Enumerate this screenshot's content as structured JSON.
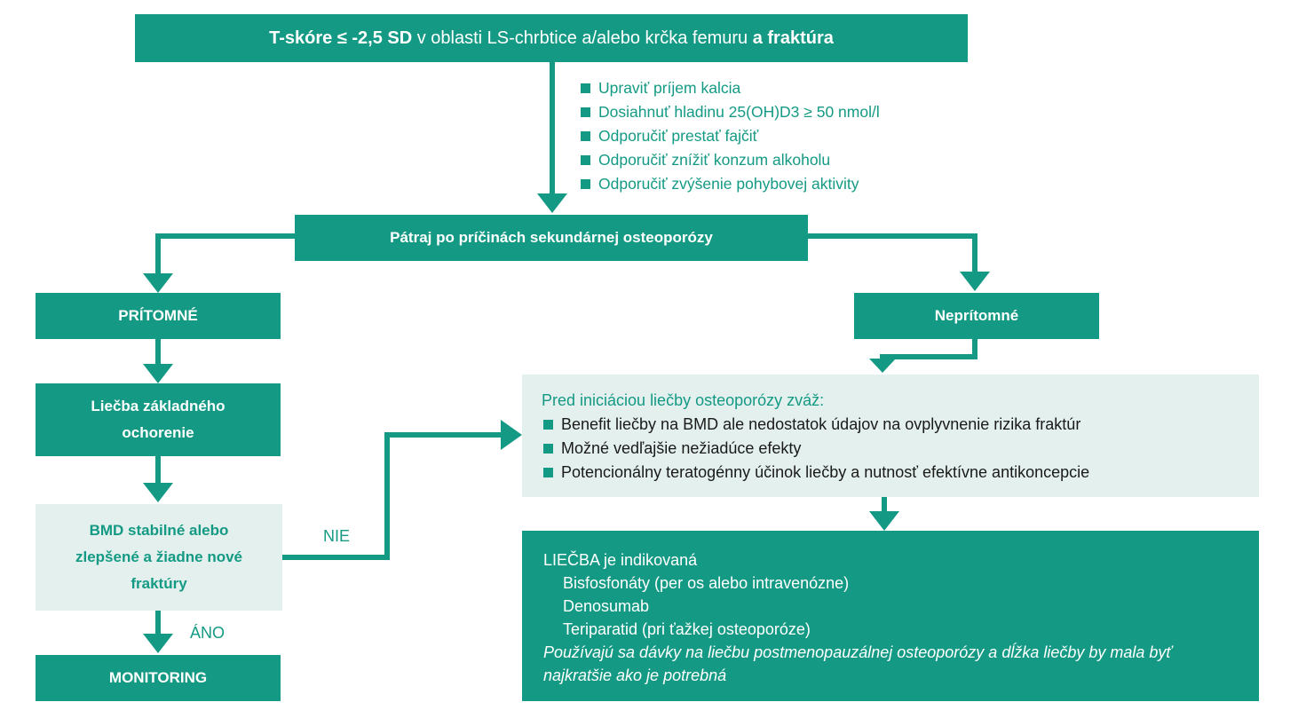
{
  "top_box": {
    "part1": "T-skóre ≤ -2,5 SD",
    "part2": " v oblasti LS-chrbtice a/alebo krčka femuru ",
    "part3": "a fraktúra"
  },
  "lifestyle": [
    "Upraviť príjem kalcia",
    "Dosiahnuť hladinu 25(OH)D3 ≥ 50 nmol/l",
    "Odporučiť prestať fajčiť",
    "Odporučiť znížiť konzum alkoholu",
    "Odporučiť zvýšenie pohybovej aktivity"
  ],
  "search_box": "Pátraj po príčinách sekundárnej osteoporózy",
  "present_box": "PRÍTOMNÉ",
  "absent_box": "Neprítomné",
  "basic_treatment_box": "Liečba základného ochorenie",
  "bmd_box": "BMD stabilné alebo zlepšené a žiadne nové fraktúry",
  "label_no": "NIE",
  "label_yes": "ÁNO",
  "monitoring_box": "MONITORING",
  "considerations": {
    "title": "Pred iniciáciou liečby osteoporózy zváž:",
    "items": [
      "Benefit liečby na BMD ale nedostatok údajov na ovplyvnenie rizika fraktúr",
      "Možné vedľajšie nežiadúce efekty",
      "Potencionálny teratogénny účinok liečby a nutnosť efektívne antikoncepcie"
    ]
  },
  "treatment": {
    "title": "LIEČBA je indikovaná",
    "drugs": [
      "Bisfosfonáty (per os alebo intravenózne)",
      "Denosumab",
      "Teriparatid (pri ťažkej osteoporóze)"
    ],
    "note": "Používajú sa dávky na liečbu postmenopauzálnej osteoporózy a dĺžka liečby by mala byť najkratšie ako je potrebná"
  },
  "colors": {
    "primary": "#149a84",
    "light": "#e3f0ed"
  }
}
